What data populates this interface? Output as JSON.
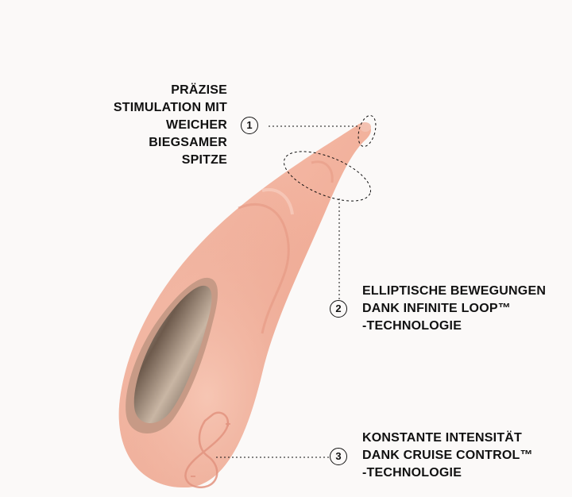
{
  "colors": {
    "background": "#fbf9f8",
    "body": "#f4b6a2",
    "text": "#111111",
    "button_metal": "#a07b5a"
  },
  "feature_1": {
    "number": "1",
    "lines": [
      "PRÄZISE",
      "STIMULATION MIT",
      "WEICHER",
      "BIEGSAMER",
      "SPITZE"
    ]
  },
  "feature_2": {
    "number": "2",
    "lines": [
      "ELLIPTISCHE BEWEGUNGEN",
      "DANK INFINITE LOOP™",
      "-TECHNOLOGIE"
    ]
  },
  "feature_3": {
    "number": "3",
    "lines": [
      "KONSTANTE INTENSITÄT",
      "DANK CRUISE CONTROL™",
      "-TECHNOLOGIE"
    ]
  },
  "icons": [
    "infinity-logo-icon",
    "plus-icon",
    "minus-icon"
  ]
}
